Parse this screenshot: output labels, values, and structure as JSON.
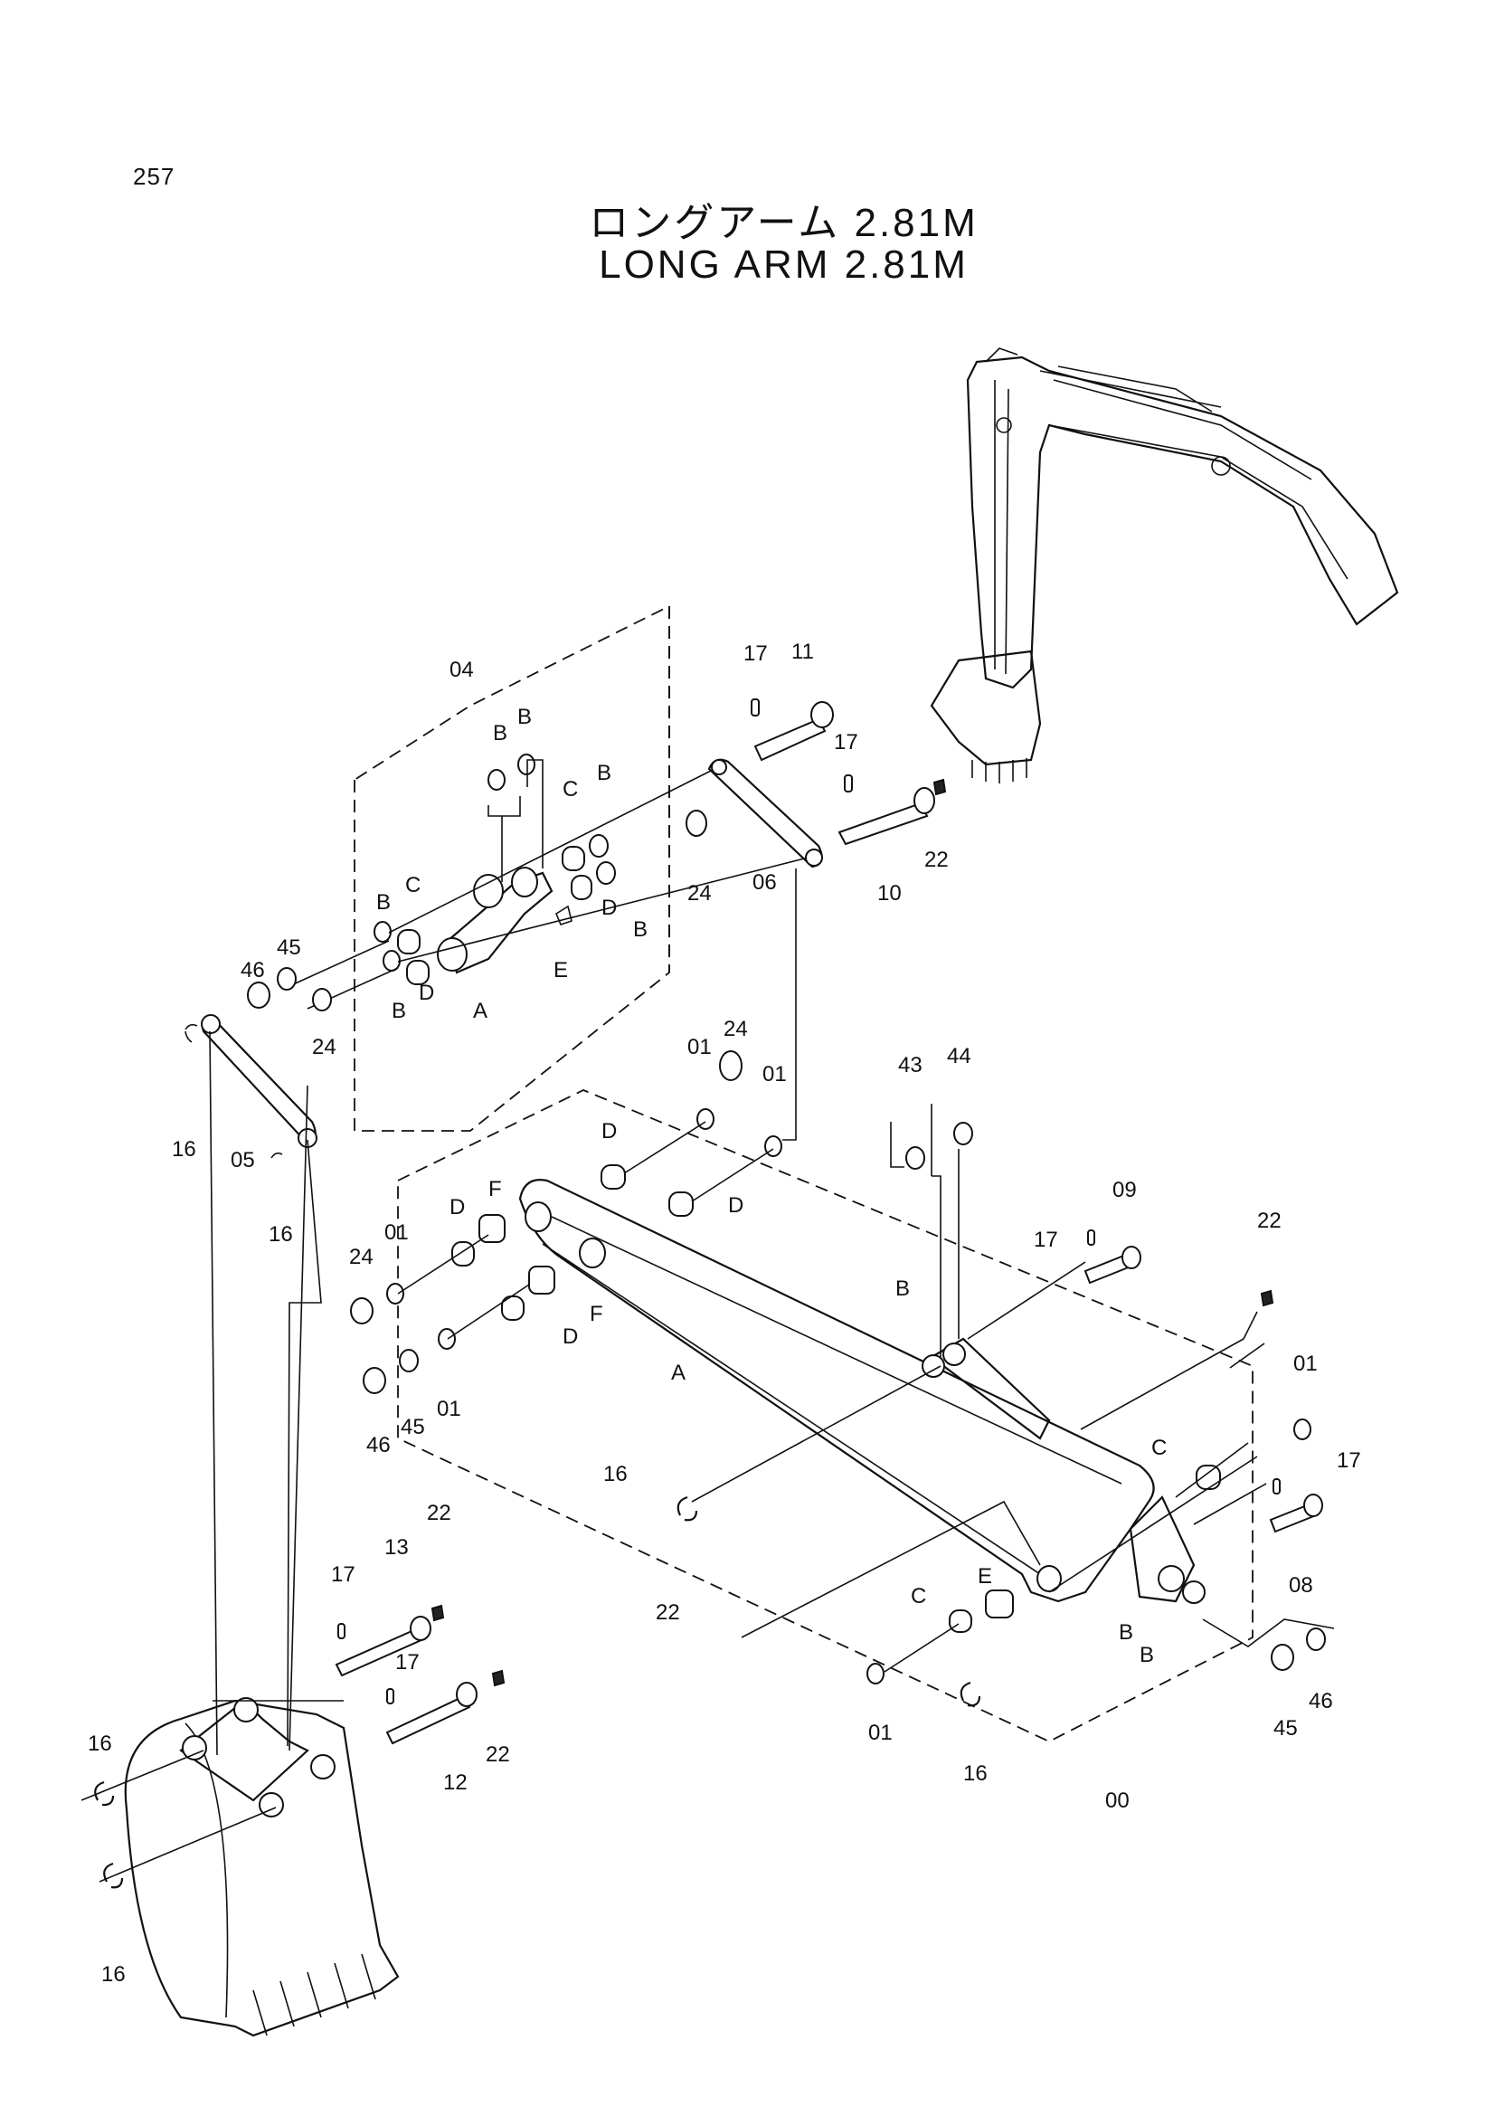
{
  "page_number": "257",
  "title_jp": "ロングアーム 2.81M",
  "title_en": "LONG ARM 2.81M",
  "labels": [
    {
      "id": "04",
      "text": "04"
    },
    {
      "id": "B1",
      "text": "B"
    },
    {
      "id": "B2",
      "text": "B"
    },
    {
      "id": "C1",
      "text": "C"
    },
    {
      "id": "B3",
      "text": "B"
    },
    {
      "id": "B4",
      "text": "B"
    },
    {
      "id": "C2",
      "text": "C"
    },
    {
      "id": "D1",
      "text": "D"
    },
    {
      "id": "E1",
      "text": "E"
    },
    {
      "id": "A1",
      "text": "A"
    },
    {
      "id": "B5",
      "text": "B"
    },
    {
      "id": "D2",
      "text": "D"
    },
    {
      "id": "B6",
      "text": "B"
    },
    {
      "id": "46a",
      "text": "46"
    },
    {
      "id": "45a",
      "text": "45"
    },
    {
      "id": "24a",
      "text": "24"
    },
    {
      "id": "17a",
      "text": "17"
    },
    {
      "id": "11",
      "text": "11"
    },
    {
      "id": "17b",
      "text": "17"
    },
    {
      "id": "24b",
      "text": "24"
    },
    {
      "id": "06",
      "text": "06"
    },
    {
      "id": "10",
      "text": "10"
    },
    {
      "id": "22a",
      "text": "22"
    },
    {
      "id": "16a",
      "text": "16"
    },
    {
      "id": "05",
      "text": "05"
    },
    {
      "id": "16b",
      "text": "16"
    },
    {
      "id": "01a",
      "text": "01"
    },
    {
      "id": "24c",
      "text": "24"
    },
    {
      "id": "01b",
      "text": "01"
    },
    {
      "id": "D3",
      "text": "D"
    },
    {
      "id": "D4",
      "text": "D"
    },
    {
      "id": "43",
      "text": "43"
    },
    {
      "id": "44",
      "text": "44"
    },
    {
      "id": "09",
      "text": "09"
    },
    {
      "id": "17c",
      "text": "17"
    },
    {
      "id": "22b",
      "text": "22"
    },
    {
      "id": "24d",
      "text": "24"
    },
    {
      "id": "01c",
      "text": "01"
    },
    {
      "id": "D5",
      "text": "D"
    },
    {
      "id": "F1",
      "text": "F"
    },
    {
      "id": "F2",
      "text": "F"
    },
    {
      "id": "D6",
      "text": "D"
    },
    {
      "id": "B7",
      "text": "B"
    },
    {
      "id": "46b",
      "text": "46"
    },
    {
      "id": "45b",
      "text": "45"
    },
    {
      "id": "01d",
      "text": "01"
    },
    {
      "id": "A2",
      "text": "A"
    },
    {
      "id": "01e",
      "text": "01"
    },
    {
      "id": "C3",
      "text": "C"
    },
    {
      "id": "17d",
      "text": "17"
    },
    {
      "id": "16c",
      "text": "16"
    },
    {
      "id": "08",
      "text": "08"
    },
    {
      "id": "13",
      "text": "13"
    },
    {
      "id": "22c",
      "text": "22"
    },
    {
      "id": "17e",
      "text": "17"
    },
    {
      "id": "E2",
      "text": "E"
    },
    {
      "id": "22d",
      "text": "22"
    },
    {
      "id": "C4",
      "text": "C"
    },
    {
      "id": "B8",
      "text": "B"
    },
    {
      "id": "B9",
      "text": "B"
    },
    {
      "id": "17f",
      "text": "17"
    },
    {
      "id": "22e",
      "text": "22"
    },
    {
      "id": "46c",
      "text": "46"
    },
    {
      "id": "45c",
      "text": "45"
    },
    {
      "id": "12",
      "text": "12"
    },
    {
      "id": "01f",
      "text": "01"
    },
    {
      "id": "16d",
      "text": "16"
    },
    {
      "id": "16e",
      "text": "16"
    },
    {
      "id": "00",
      "text": "00"
    },
    {
      "id": "16f",
      "text": "16"
    }
  ]
}
